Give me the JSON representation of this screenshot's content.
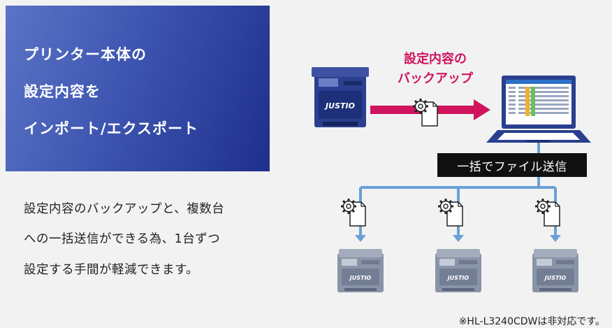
{
  "title": {
    "lines": [
      "プリンター本体の",
      "設定内容を",
      "インポート/エクスポート"
    ]
  },
  "description": {
    "lines": [
      "設定内容のバックアップと、複数台",
      "への一括送信ができる為、1台ずつ",
      "設定する手間が軽減できます。"
    ]
  },
  "diagram": {
    "backup_label_lines": [
      "設定内容の",
      "バックアップ"
    ],
    "send_label": "一括でファイル送信",
    "printer_logo": "JUSTIO",
    "accent_color": "#d0145e",
    "flow_color": "#6aa0d8",
    "icons": [
      "printer-icon",
      "settings-file-icon",
      "laptop-icon"
    ]
  },
  "footnote": "※HL-L3240CDWは非対応です。"
}
